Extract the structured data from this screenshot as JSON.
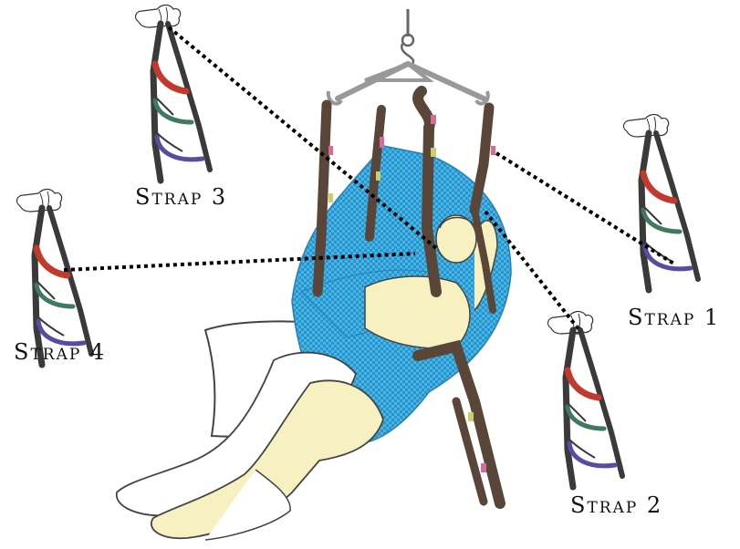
{
  "labels": {
    "strap1": "Strap 1",
    "strap2": "Strap 2",
    "strap3": "Strap 3",
    "strap4": "Strap 4"
  },
  "colors": {
    "sling_blue": "#3fb2e6",
    "sling_check": "#2a8fc4",
    "strap_brown": "#5a4638",
    "loop_red": "#c23a2e",
    "loop_green": "#3f7a5e",
    "loop_purple": "#5a4aa0",
    "skin": "#f7f0c0",
    "dotted_line": "#000000"
  },
  "icons": {
    "hand": "hand-icon",
    "hook": "hook-icon"
  }
}
